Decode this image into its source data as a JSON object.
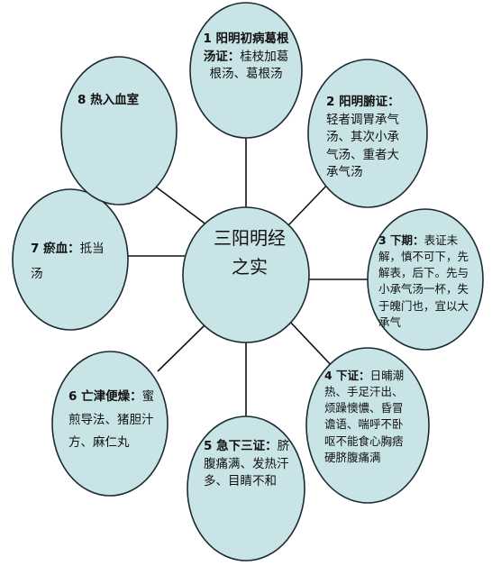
{
  "colors": {
    "node_fill": "#c9e4e6",
    "node_stroke": "#1b2a33",
    "line": "#111111"
  },
  "center": {
    "line1": "三阳明经",
    "line2": "之实"
  },
  "nodes": [
    {
      "id": "n1",
      "head": "1 阳明初病葛根汤证：",
      "body": "桂枝加葛根汤、葛根汤"
    },
    {
      "id": "n2",
      "head": "2 阳明腑证：",
      "body": "轻者调胃承气汤、其次小承气汤、重者大承气汤"
    },
    {
      "id": "n3",
      "head": "3 下期：",
      "body": "表证未解，慎不可下，先解表，后下。先与小承气汤一杯，失于魄门也，宜以大承气"
    },
    {
      "id": "n4",
      "head": "4 下证：",
      "body": "日晡潮热、手足汗出、烦躁懊憹、昏冒谵语、喘呼不卧呕不能食心胸痞硬脐腹痛满"
    },
    {
      "id": "n5",
      "head": "5 急下三证：",
      "body": "脐腹痛满、发热汗多、目睛不和"
    },
    {
      "id": "n6",
      "head": "6 亡津便燥：",
      "body": "蜜煎导法、猪胆汁方、麻仁丸"
    },
    {
      "id": "n7",
      "head": "7 瘀血：",
      "body": "抵当汤"
    },
    {
      "id": "n8",
      "head": "8 热入血室",
      "body": ""
    }
  ]
}
